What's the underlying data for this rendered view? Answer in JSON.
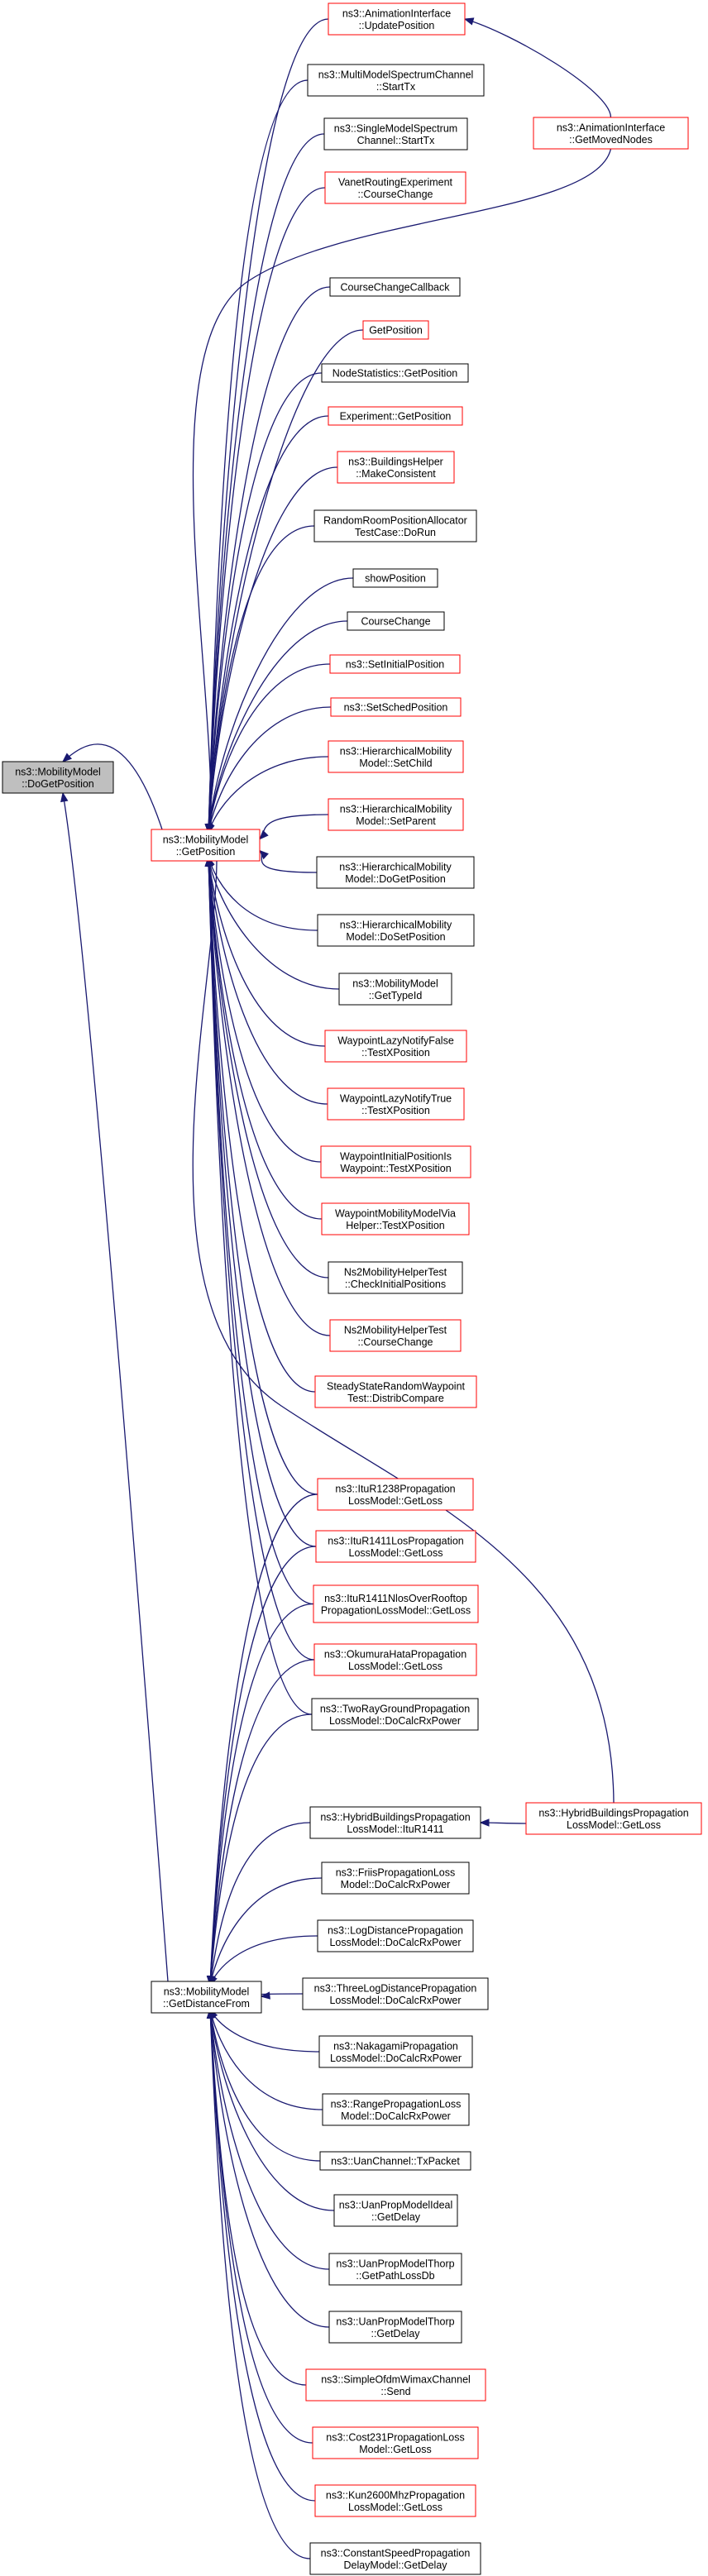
{
  "colors": {
    "edge": "#191970",
    "border_normal": "#000000",
    "border_red": "#ff0000",
    "root_fill": "#bfbfbf",
    "node_fill": "#ffffff"
  },
  "nodes": [
    {
      "id": "root",
      "label": [
        "ns3::MobilityModel",
        "::DoGetPosition"
      ],
      "style": "root"
    },
    {
      "id": "gp",
      "label": [
        "ns3::MobilityModel",
        "::GetPosition"
      ],
      "style": "red"
    },
    {
      "id": "gdf",
      "label": [
        "ns3::MobilityModel",
        "::GetDistanceFrom"
      ],
      "style": "normal"
    },
    {
      "id": "up",
      "label": [
        "ns3::AnimationInterface",
        "::UpdatePosition"
      ],
      "style": "red"
    },
    {
      "id": "mmsc",
      "label": [
        "ns3::MultiModelSpectrumChannel",
        "::StartTx"
      ],
      "style": "normal"
    },
    {
      "id": "smsc",
      "label": [
        "ns3::SingleModelSpectrum",
        "Channel::StartTx"
      ],
      "style": "normal"
    },
    {
      "id": "vre",
      "label": [
        "VanetRoutingExperiment",
        "::CourseChange"
      ],
      "style": "red"
    },
    {
      "id": "gmn",
      "label": [
        "ns3::AnimationInterface",
        "::GetMovedNodes"
      ],
      "style": "red"
    },
    {
      "id": "ccc",
      "label": [
        "CourseChangeCallback"
      ],
      "style": "normal"
    },
    {
      "id": "getpos",
      "label": [
        "GetPosition"
      ],
      "style": "red"
    },
    {
      "id": "nsgp",
      "label": [
        "NodeStatistics::GetPosition"
      ],
      "style": "normal"
    },
    {
      "id": "expgp",
      "label": [
        "Experiment::GetPosition"
      ],
      "style": "red"
    },
    {
      "id": "bhmc",
      "label": [
        "ns3::BuildingsHelper",
        "::MakeConsistent"
      ],
      "style": "red"
    },
    {
      "id": "rrpa",
      "label": [
        "RandomRoomPositionAllocator",
        "TestCase::DoRun"
      ],
      "style": "normal"
    },
    {
      "id": "showpos",
      "label": [
        "showPosition"
      ],
      "style": "normal"
    },
    {
      "id": "cc",
      "label": [
        "CourseChange"
      ],
      "style": "normal"
    },
    {
      "id": "sip",
      "label": [
        "ns3::SetInitialPosition"
      ],
      "style": "red"
    },
    {
      "id": "ssp",
      "label": [
        "ns3::SetSchedPosition"
      ],
      "style": "red"
    },
    {
      "id": "hmsc",
      "label": [
        "ns3::HierarchicalMobility",
        "Model::SetChild"
      ],
      "style": "red"
    },
    {
      "id": "hmsp",
      "label": [
        "ns3::HierarchicalMobility",
        "Model::SetParent"
      ],
      "style": "red"
    },
    {
      "id": "hmdgp",
      "label": [
        "ns3::HierarchicalMobility",
        "Model::DoGetPosition"
      ],
      "style": "normal"
    },
    {
      "id": "hmdsp",
      "label": [
        "ns3::HierarchicalMobility",
        "Model::DoSetPosition"
      ],
      "style": "normal"
    },
    {
      "id": "mmgt",
      "label": [
        "ns3::MobilityModel",
        "::GetTypeId"
      ],
      "style": "normal"
    },
    {
      "id": "wlnf",
      "label": [
        "WaypointLazyNotifyFalse",
        "::TestXPosition"
      ],
      "style": "red"
    },
    {
      "id": "wlnt",
      "label": [
        "WaypointLazyNotifyTrue",
        "::TestXPosition"
      ],
      "style": "red"
    },
    {
      "id": "wipw",
      "label": [
        "WaypointInitialPositionIs",
        "Waypoint::TestXPosition"
      ],
      "style": "red"
    },
    {
      "id": "wmmvh",
      "label": [
        "WaypointMobilityModelVia",
        "Helper::TestXPosition"
      ],
      "style": "red"
    },
    {
      "id": "ns2cip",
      "label": [
        "Ns2MobilityHelperTest",
        "::CheckInitialPositions"
      ],
      "style": "normal"
    },
    {
      "id": "ns2cc",
      "label": [
        "Ns2MobilityHelperTest",
        "::CourseChange"
      ],
      "style": "red"
    },
    {
      "id": "ssrw",
      "label": [
        "SteadyStateRandomWaypoint",
        "Test::DistribCompare"
      ],
      "style": "red"
    },
    {
      "id": "itu1238",
      "label": [
        "ns3::ItuR1238Propagation",
        "LossModel::GetLoss"
      ],
      "style": "red"
    },
    {
      "id": "itu1411los",
      "label": [
        "ns3::ItuR1411LosPropagation",
        "LossModel::GetLoss"
      ],
      "style": "red"
    },
    {
      "id": "itu1411nlos",
      "label": [
        "ns3::ItuR1411NlosOverRooftop",
        "PropagationLossModel::GetLoss"
      ],
      "style": "red"
    },
    {
      "id": "okumura",
      "label": [
        "ns3::OkumuraHataPropagation",
        "LossModel::GetLoss"
      ],
      "style": "red"
    },
    {
      "id": "tworay",
      "label": [
        "ns3::TwoRayGroundPropagation",
        "LossModel::DoCalcRxPower"
      ],
      "style": "normal"
    },
    {
      "id": "hbplgl",
      "label": [
        "ns3::HybridBuildingsPropagation",
        "LossModel::GetLoss"
      ],
      "style": "red"
    },
    {
      "id": "hbplitu",
      "label": [
        "ns3::HybridBuildingsPropagation",
        "LossModel::ItuR1411"
      ],
      "style": "normal"
    },
    {
      "id": "friis",
      "label": [
        "ns3::FriisPropagationLoss",
        "Model::DoCalcRxPower"
      ],
      "style": "normal"
    },
    {
      "id": "logd",
      "label": [
        "ns3::LogDistancePropagation",
        "LossModel::DoCalcRxPower"
      ],
      "style": "normal"
    },
    {
      "id": "threelog",
      "label": [
        "ns3::ThreeLogDistancePropagation",
        "LossModel::DoCalcRxPower"
      ],
      "style": "normal"
    },
    {
      "id": "nakagami",
      "label": [
        "ns3::NakagamiPropagation",
        "LossModel::DoCalcRxPower"
      ],
      "style": "normal"
    },
    {
      "id": "range",
      "label": [
        "ns3::RangePropagationLoss",
        "Model::DoCalcRxPower"
      ],
      "style": "normal"
    },
    {
      "id": "uantx",
      "label": [
        "ns3::UanChannel::TxPacket"
      ],
      "style": "normal"
    },
    {
      "id": "uanideal",
      "label": [
        "ns3::UanPropModelIdeal",
        "::GetDelay"
      ],
      "style": "normal"
    },
    {
      "id": "uanthorppl",
      "label": [
        "ns3::UanPropModelThorp",
        "::GetPathLossDb"
      ],
      "style": "normal"
    },
    {
      "id": "uanthorpd",
      "label": [
        "ns3::UanPropModelThorp",
        "::GetDelay"
      ],
      "style": "normal"
    },
    {
      "id": "simpleofdm",
      "label": [
        "ns3::SimpleOfdmWimaxChannel",
        "::Send"
      ],
      "style": "red"
    },
    {
      "id": "cost231",
      "label": [
        "ns3::Cost231PropagationLoss",
        "Model::GetLoss"
      ],
      "style": "red"
    },
    {
      "id": "kun",
      "label": [
        "ns3::Kun2600MhzPropagation",
        "LossModel::GetLoss"
      ],
      "style": "red"
    },
    {
      "id": "csp",
      "label": [
        "ns3::ConstantSpeedPropagation",
        "DelayModel::GetDelay"
      ],
      "style": "normal"
    }
  ]
}
